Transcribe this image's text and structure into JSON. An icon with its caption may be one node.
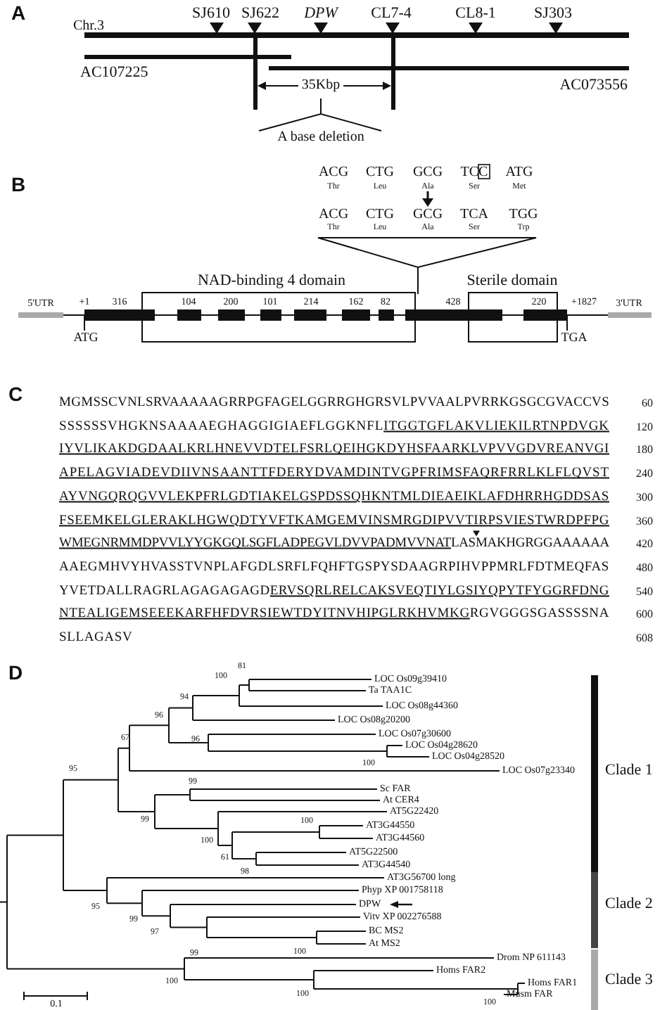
{
  "diagram": {
    "labels": [
      "A",
      "SJ610",
      "SJ622",
      "DPW",
      "CL7-4",
      "CL8-1",
      "SJ303",
      "Chr.3",
      "AC107225",
      "35Kbp",
      "AC073556",
      "A base deletion",
      "B",
      "ACG",
      "CTG",
      "GCG",
      "TCC",
      "ATG",
      "Thr",
      "Leu",
      "Ala",
      "Ser",
      "Met",
      "ACG",
      "CTG",
      "GCG",
      "TCA",
      "TGG",
      "Thr",
      "Leu",
      "Ala",
      "Ser",
      "Trp",
      "NAD-binding 4 domain",
      "Sterile domain",
      "5'UTR",
      "+1",
      "316",
      "104",
      "200",
      "101",
      "214",
      "162",
      "82",
      "428",
      "220",
      "+1827",
      "3'UTR",
      "ATG",
      "TGA",
      "C",
      "MGMSSCVNLSRVAAAAAGRRPGFAGELGGRRGHGRSVLPVVAALPVRRKGSGCGVACCVS",
      "60",
      "SSSSSSVHGKNSAAAAEGHAGGIGIAEFLGGKNFLITGGTGFLAKVLIEKILRTNPDVGK",
      "120",
      "IYVLIKAKDGDAALKRLHNEVVDTELFSRLQEIHGKDYHSFAARKLVPVVGDVREANVGI",
      "180",
      "APELAGVIADEVDIIVNSAANTTFDERYDVAMDINTVGPFRIMSFAQRFRRLKLFLQVST",
      "240",
      "AYVNGQRQGVVLEKPFRLGDTIAKELGSPDSSQHKNTMLDIEAEIKLAFDHRRHGDDSAS",
      "300",
      "FSEEMKELGLERAKLHGWQDTYVFTKAMGEMVINSMRGDIPVVTIRPSVIESTWRDPFPG",
      "360",
      "WMEGNRMMDPVVLYYGKGQLSGFLADPEGVLDVVPADMVVNATLASMAKHGRGGAAAAAA",
      "420",
      "AAEGMHVYHVASSTVNPLAFGDLSRFLFQHFTGSPYSDAAGRPIHVPPMRLFDTMEQFAS",
      "480",
      "YVETDALLRAGRLAGAGAGAGDERVSQRLRELCAKSVEQTIYLGSIYQPYTFYGGRFDNG",
      "540",
      "NTEALIGEMSEEEKARFHFDVRSIEWTDYITNVHIPGLRKHVMKGRGVGGGSGASSSSNA",
      "600",
      "SLLAGASV",
      "608",
      "D",
      "81",
      "LOC Os09g39410",
      "100",
      "Ta TAA1C",
      "94",
      "LOC Os08g44360",
      "96",
      "LOC Os08g20200",
      "LOC Os07g30600",
      "67",
      "LOC Os04g28620",
      "96",
      "LOC Os04g28520",
      "100",
      "95",
      "LOC Os07g23340",
      "Clade 1",
      "99",
      "Sc FAR",
      "At CER4",
      "AT5G22420",
      "99",
      "100",
      "AT3G44550",
      "100",
      "AT3G44560",
      "AT5G22500",
      "61",
      "AT3G44540",
      "98",
      "AT3G56700 long",
      "Phyp XP 001758118",
      "95",
      "DPW",
      "Clade 2",
      "99",
      "Vitv XP 002276588",
      "97",
      "BC MS2",
      "99",
      "At MS2",
      "100",
      "Drom NP 611143",
      "Homs FAR2",
      "Clade 3",
      "100",
      "Homs FAR1",
      "100",
      "100",
      "Musm FAR",
      "0.1"
    ]
  }
}
